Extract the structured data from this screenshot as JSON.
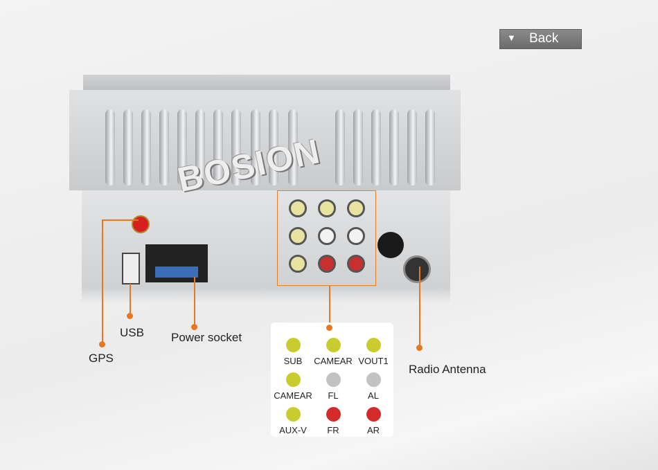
{
  "nav": {
    "back_label": "Back",
    "back_icon": "triangle-down-icon"
  },
  "product": {
    "brand": "BOSION"
  },
  "callouts": {
    "gps": "GPS",
    "usb": "USB",
    "power": "Power socket",
    "antenna": "Radio Antenna"
  },
  "legend": [
    {
      "label": "SUB",
      "color": "#c8cc2e"
    },
    {
      "label": "CAMEAR",
      "color": "#c8cc2e"
    },
    {
      "label": "VOUT1",
      "color": "#c8cc2e"
    },
    {
      "label": "CAMEAR",
      "color": "#c8cc2e"
    },
    {
      "label": "FL",
      "color": "#c2c2c2"
    },
    {
      "label": "AL",
      "color": "#c2c2c2"
    },
    {
      "label": "AUX-V",
      "color": "#c8cc2e"
    },
    {
      "label": "FR",
      "color": "#d42a2a"
    },
    {
      "label": "AR",
      "color": "#d42a2a"
    }
  ],
  "colors": {
    "accent": "#e87722"
  }
}
